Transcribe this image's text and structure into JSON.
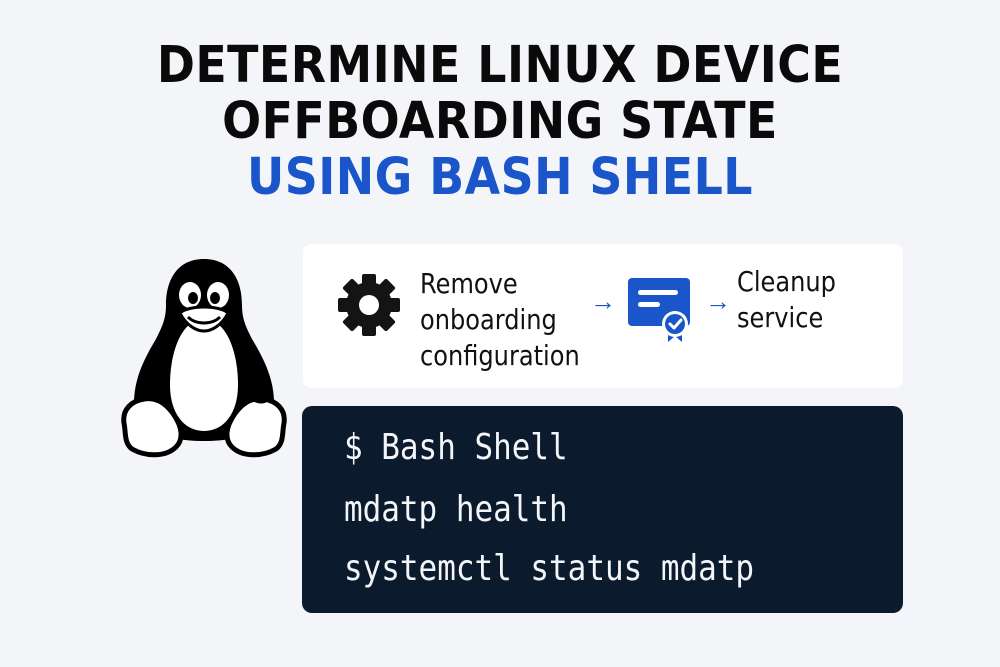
{
  "title": {
    "line1": "DETERMINE LINUX DEVICE",
    "line2": "OFFBOARDING STATE",
    "line3": "USING BASH SHELL"
  },
  "flow": {
    "steps": [
      {
        "icon": "gear-icon",
        "label_lines": [
          "Remove",
          "onboarding",
          "configuration"
        ]
      },
      {
        "icon": "certificate-icon"
      },
      {
        "icon": null,
        "label_lines": [
          "Cleanup",
          "service"
        ]
      }
    ],
    "arrow_glyph": "→"
  },
  "terminal": {
    "lines": [
      "$ Bash Shell",
      "mdatp health",
      "systemctl status mdatp"
    ]
  },
  "colors": {
    "background": "#f4f5f8",
    "accent_blue": "#1a56c9",
    "terminal_bg": "#0c1a2e",
    "text_dark": "#0a0a0a"
  }
}
